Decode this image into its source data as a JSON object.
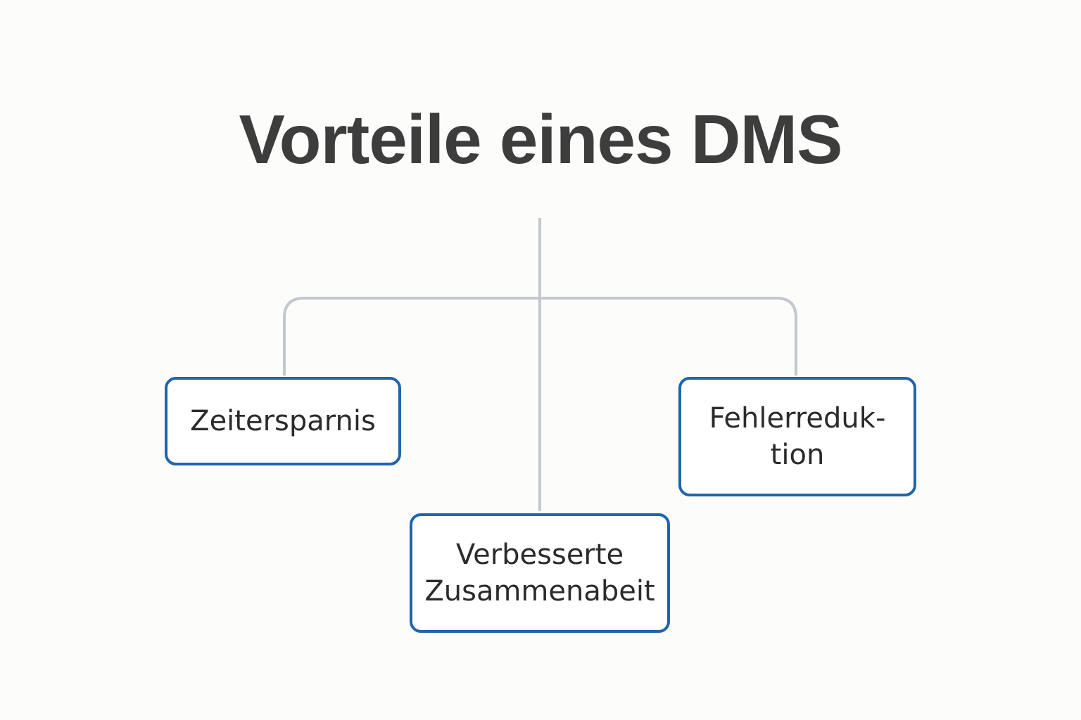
{
  "title": "Vorteile eines DMS",
  "line_color": "#c3c8ce",
  "box_border_color": "#1f65ad",
  "nodes": [
    {
      "label": "Zeitersparnis"
    },
    {
      "label": "Verbesserte\nZusammenabeit"
    },
    {
      "label": "Fehlerreduk-\ntion"
    }
  ]
}
